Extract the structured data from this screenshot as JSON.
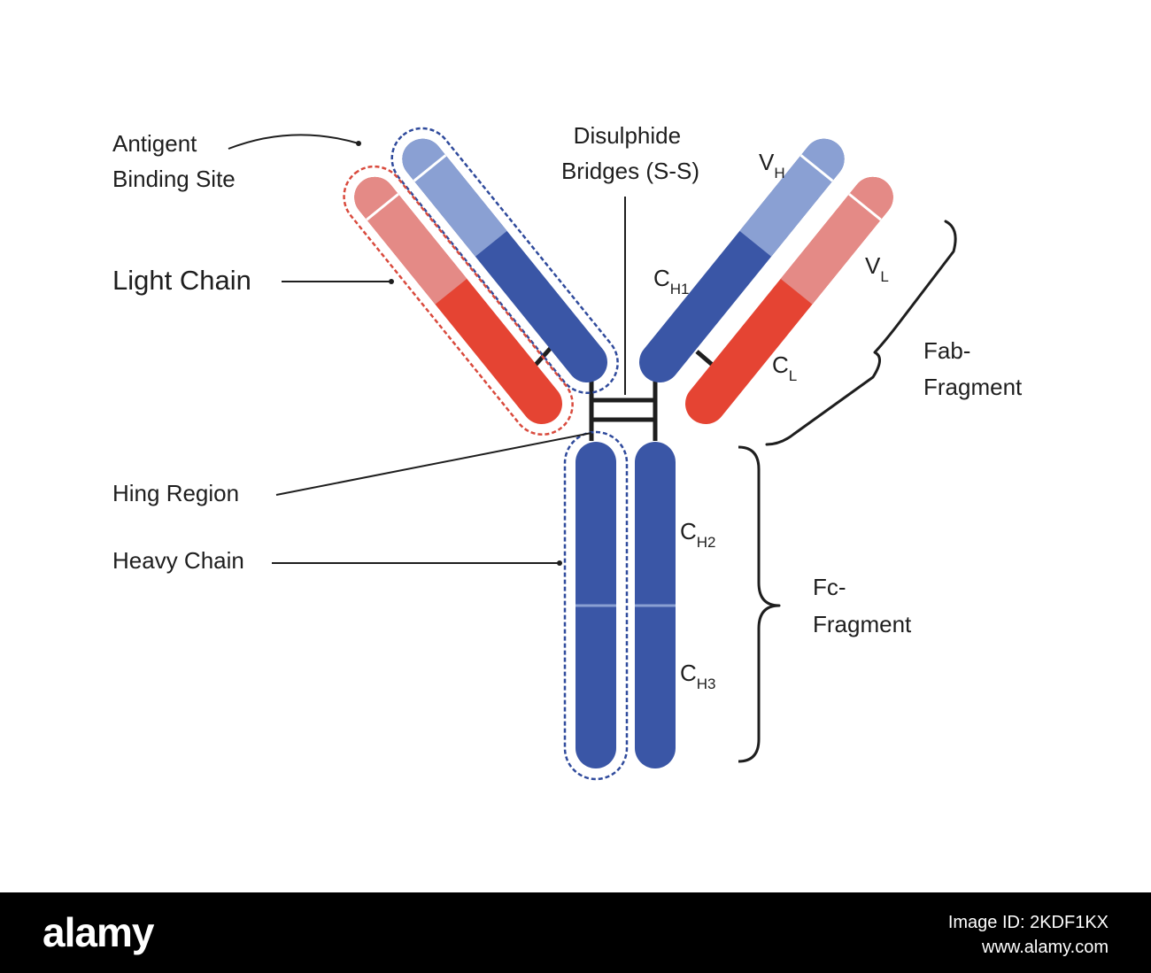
{
  "colors": {
    "heavy_light": "#8aa0d3",
    "heavy_dark": "#3a56a6",
    "light_light": "#e48a86",
    "light_dark": "#e54433",
    "outline_blue": "#2f4a9c",
    "outline_red": "#d94a3d",
    "line": "#1e1e1e"
  },
  "labels": {
    "antigen_1": "Antigent",
    "antigen_2": "Binding Site",
    "light_chain": "Light Chain",
    "disulphide_1": "Disulphide",
    "disulphide_2": "Bridges (S-S)",
    "vh_main": "V",
    "vh_sub": "H",
    "ch1_main": "C",
    "ch1_sub": "H1",
    "vl_main": "V",
    "vl_sub": "L",
    "cl_main": "C",
    "cl_sub": "L",
    "fab_1": "Fab-",
    "fab_2": "Fragment",
    "hinge": "Hing Region",
    "heavy_chain": "Heavy Chain",
    "ch2_main": "C",
    "ch2_sub": "H2",
    "ch3_main": "C",
    "ch3_sub": "H3",
    "fc_1": "Fc-",
    "fc_2": "Fragment"
  },
  "footer": {
    "logo": "alamy",
    "image_id": "Image ID: 2KDF1KX",
    "site": "www.alamy.com"
  }
}
